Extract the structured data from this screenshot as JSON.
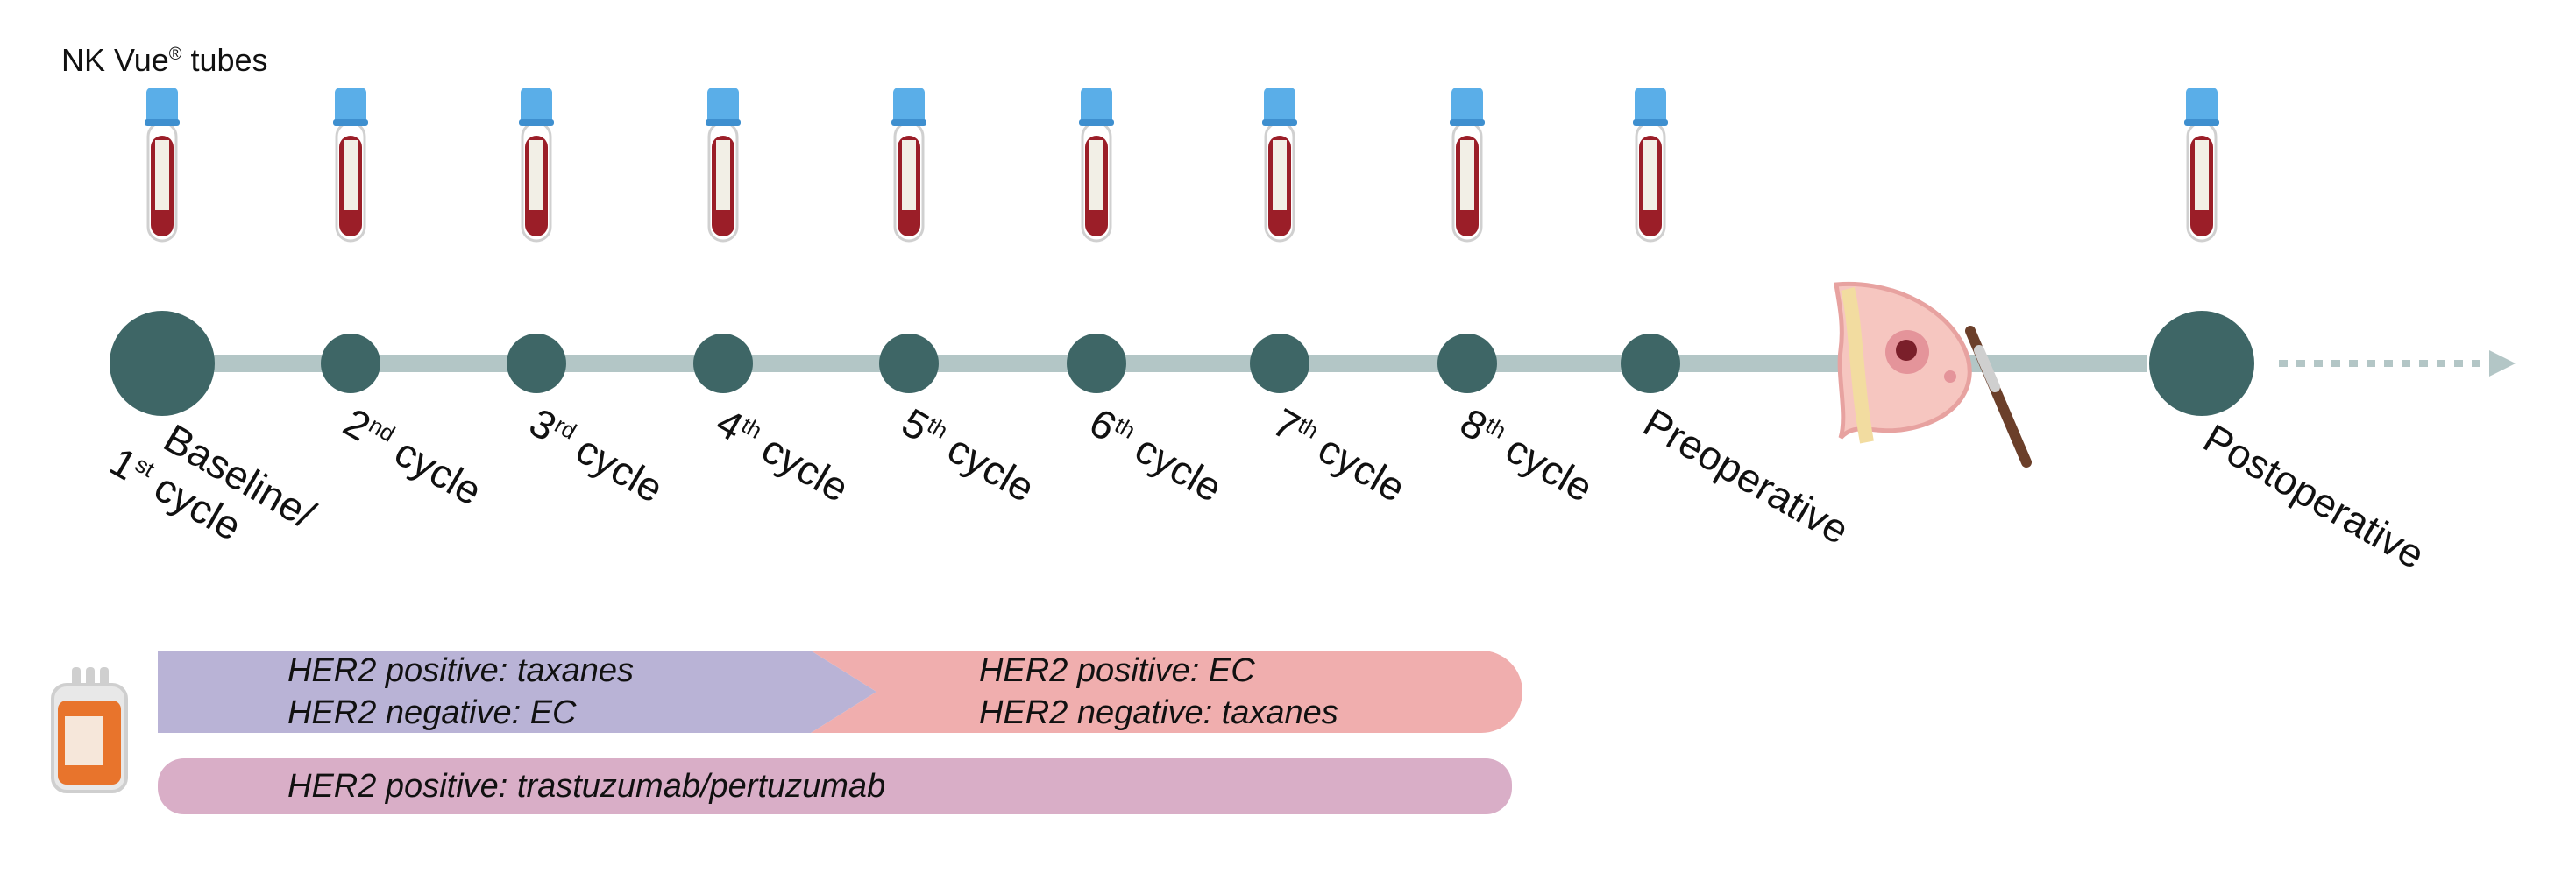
{
  "tubes": {
    "label_main": "NK Vue",
    "label_sup": "®",
    "label_rest": " tubes"
  },
  "timepoints": [
    {
      "line1_pre": "Baseline/",
      "line2_pre": "1",
      "line2_sup": "st",
      "line2_post": " cycle",
      "type": "major"
    },
    {
      "line1_pre": "2",
      "line1_sup": "nd",
      "line1_post": " cycle",
      "type": "minor"
    },
    {
      "line1_pre": "3",
      "line1_sup": "rd",
      "line1_post": " cycle",
      "type": "minor"
    },
    {
      "line1_pre": "4",
      "line1_sup": "th",
      "line1_post": " cycle",
      "type": "minor"
    },
    {
      "line1_pre": "5",
      "line1_sup": "th",
      "line1_post": " cycle",
      "type": "minor"
    },
    {
      "line1_pre": "6",
      "line1_sup": "th",
      "line1_post": " cycle",
      "type": "minor"
    },
    {
      "line1_pre": "7",
      "line1_sup": "th",
      "line1_post": " cycle",
      "type": "minor"
    },
    {
      "line1_pre": "8",
      "line1_sup": "th",
      "line1_post": " cycle",
      "type": "minor"
    },
    {
      "line1_pre": "Preoperative",
      "type": "minor"
    },
    {
      "line1_pre": "Postoperative",
      "type": "major"
    }
  ],
  "treatments": {
    "phase1_line1": "HER2 positive: taxanes",
    "phase1_line2": "HER2 negative: EC",
    "phase2_line1": "HER2 positive: EC",
    "phase2_line2": "HER2 negative: taxanes",
    "targeted": "HER2 positive: trastuzumab/pertuzumab"
  },
  "colors": {
    "node": "#3e6666",
    "line": "#b3c6c6",
    "tube_cap": "#5aaee8",
    "blood": "#9b1e28",
    "phase1": "#b9b3d6",
    "phase2": "#f0aeae",
    "targeted": "#d9aec7"
  }
}
